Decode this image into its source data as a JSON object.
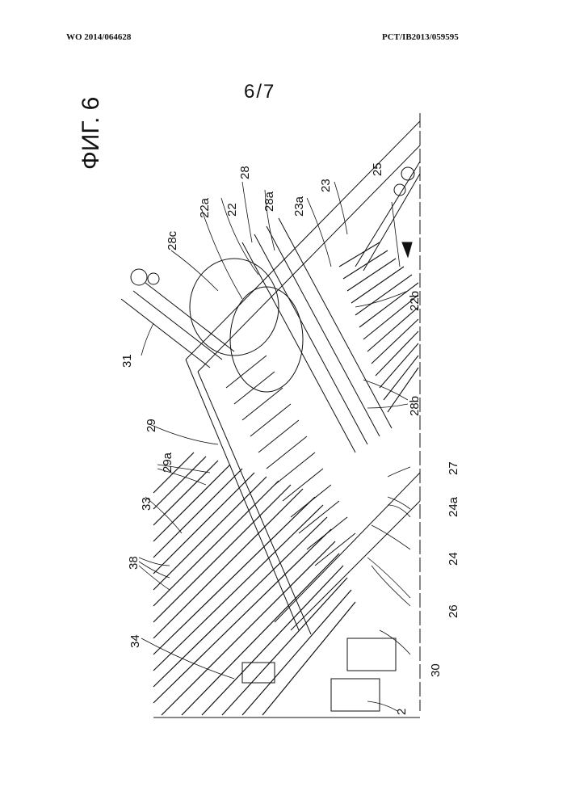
{
  "header": {
    "publication_number": "WO 2014/064628",
    "application_number": "PCT/IB2013/059595"
  },
  "sheet": "6/7",
  "figure": {
    "label": "ФИГ. 6",
    "reference_numerals": [
      "28",
      "28a",
      "28b",
      "28c",
      "22",
      "22a",
      "22b",
      "23",
      "23a",
      "25",
      "31",
      "29",
      "29a",
      "33",
      "38",
      "34",
      "30",
      "2",
      "26",
      "24",
      "24a",
      "27"
    ]
  },
  "colors": {
    "ink": "#111111",
    "paper": "#ffffff"
  }
}
